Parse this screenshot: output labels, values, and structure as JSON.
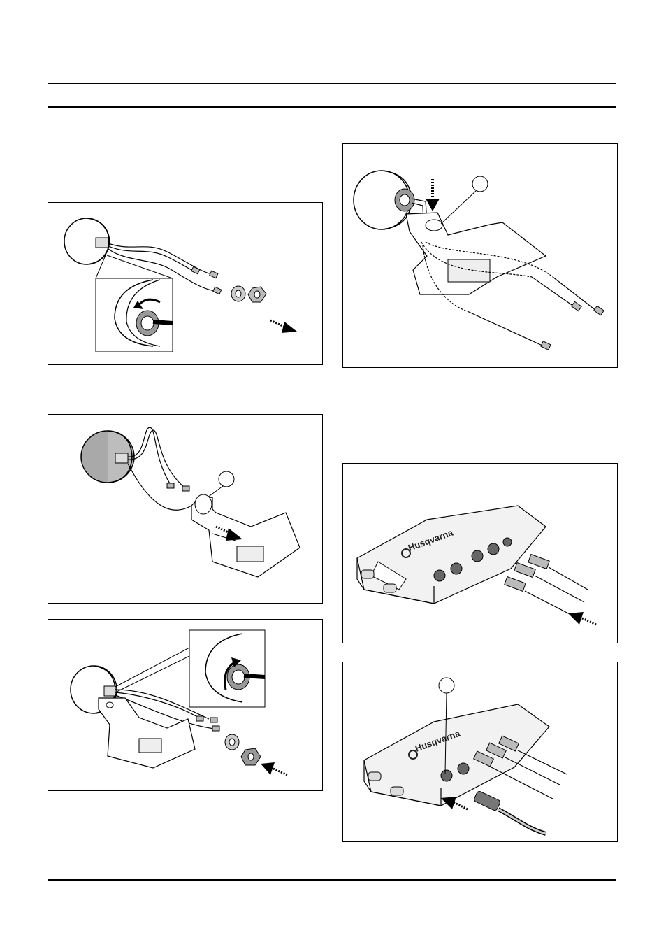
{
  "page": {
    "header_rules": 2,
    "footer_rules": 1
  },
  "figures": [
    {
      "id": "fig-remove-nut",
      "icon": "antenna-unscrew-nut",
      "callout": ""
    },
    {
      "id": "fig-route-cables",
      "icon": "antenna-cables-through-bracket",
      "callout": ""
    },
    {
      "id": "fig-insert-antenna",
      "icon": "antenna-insert-bracket",
      "callout": ""
    },
    {
      "id": "fig-tighten-nut",
      "icon": "antenna-tighten-nut",
      "callout": ""
    },
    {
      "id": "fig-connect-cables",
      "icon": "control-unit-connect-cables",
      "callout": ""
    },
    {
      "id": "fig-connect-power",
      "icon": "control-unit-connect-power",
      "callout": ""
    }
  ],
  "brand_logo_text": "Husqvarna",
  "colors": {
    "line": "#000000",
    "gray_disc": "#a9a9a9",
    "light_fill": "#f2f2f2"
  }
}
